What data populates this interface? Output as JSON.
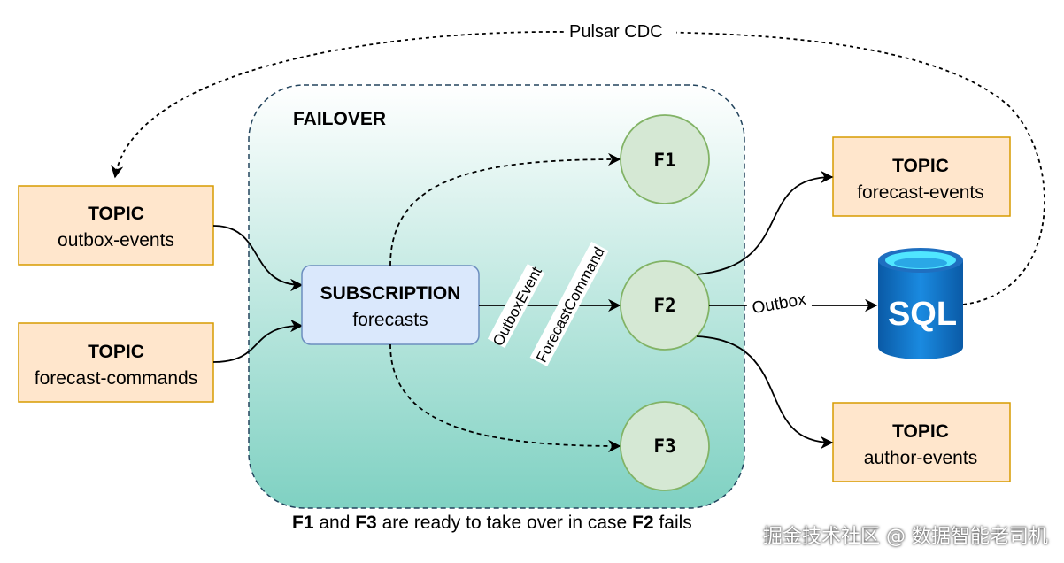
{
  "failover_group": {
    "label": "FAILOVER"
  },
  "topics": {
    "outbox_events": {
      "title": "TOPIC",
      "name": "outbox-events"
    },
    "forecast_commands": {
      "title": "TOPIC",
      "name": "forecast-commands"
    },
    "forecast_events": {
      "title": "TOPIC",
      "name": "forecast-events"
    },
    "author_events": {
      "title": "TOPIC",
      "name": "author-events"
    }
  },
  "subscription": {
    "title": "SUBSCRIPTION",
    "name": "forecasts"
  },
  "functions": {
    "f1": "F1",
    "f2": "F2",
    "f3": "F3"
  },
  "edge_labels": {
    "pulsar_cdc": "Pulsar CDC",
    "outbox": "Outbox",
    "outbox_event": "OutboxEvent",
    "forecast_command": "ForecastCommand"
  },
  "database": {
    "label": "SQL"
  },
  "caption": {
    "f1": "F1",
    "and": " and ",
    "f3": "F3",
    "middle": " are ready to take over in case ",
    "f2": "F2",
    "end": " fails"
  },
  "watermark": "掘金技术社区 @ 数据智能老司机",
  "colors": {
    "topic_fill": "#ffe6cc",
    "topic_stroke": "#d79b00",
    "subscription_fill": "#dae8fc",
    "subscription_stroke": "#6c8ebf",
    "function_fill": "#d5e8d4",
    "function_stroke": "#82b366",
    "failover_top": "#ffffff",
    "failover_bottom": "#7fd1c2",
    "failover_stroke": "#23445d",
    "sql_blue": "#0078d4",
    "sql_cyan": "#50e6ff"
  }
}
